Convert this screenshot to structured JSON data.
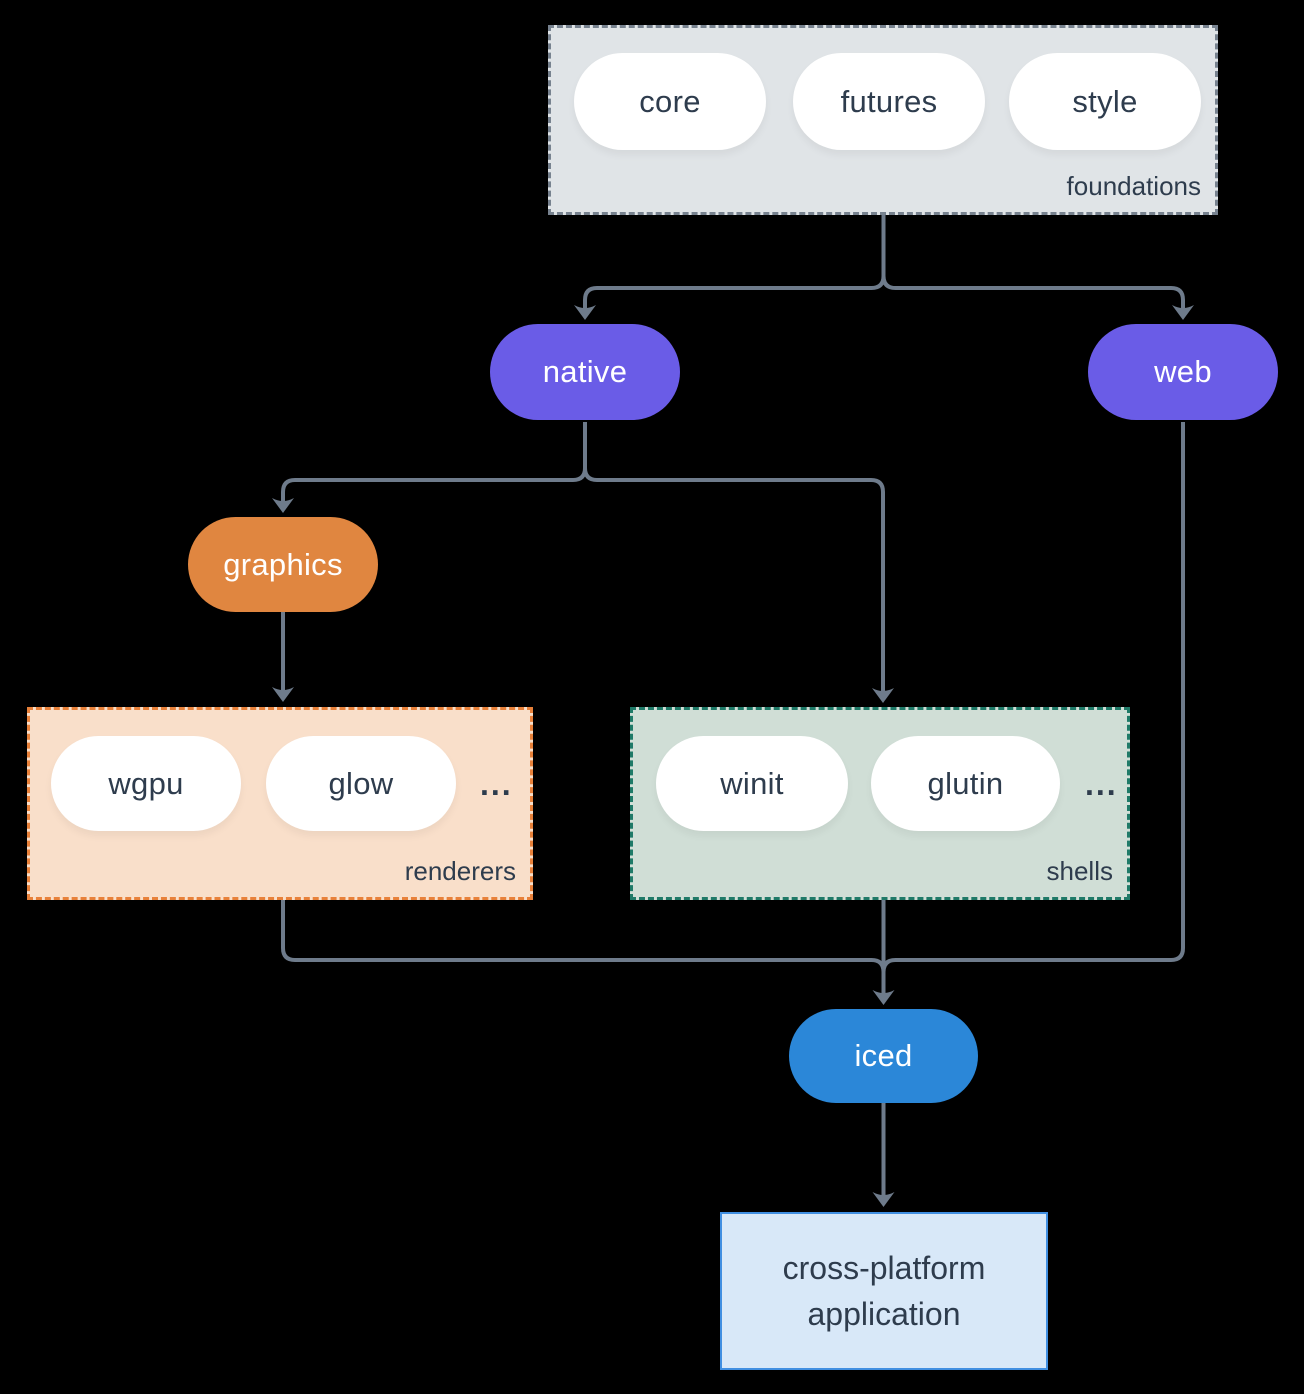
{
  "colors": {
    "background": "#000000",
    "arrow": "#6e7b8b",
    "slate_text": "#2e3c4d",
    "foundations_fill": "#e0e4e7",
    "foundations_border": "#77828f",
    "purple": "#6a5ce7",
    "orange": "#e08640",
    "renderers_fill": "#f9dfca",
    "renderers_border": "#e8813a",
    "shells_fill": "#d0ded6",
    "shells_border": "#1f7a68",
    "blue": "#2b87d8",
    "app_fill": "#d8e8f8",
    "app_border": "#418fe1",
    "pill_text_light": "#ffffff"
  },
  "nodes": {
    "foundations": {
      "label": "foundations",
      "pills": [
        "core",
        "futures",
        "style"
      ]
    },
    "native": {
      "label": "native"
    },
    "web": {
      "label": "web"
    },
    "graphics": {
      "label": "graphics"
    },
    "renderers": {
      "label": "renderers",
      "pills": [
        "wgpu",
        "glow"
      ],
      "ellipsis": "..."
    },
    "shells": {
      "label": "shells",
      "pills": [
        "winit",
        "glutin"
      ],
      "ellipsis": "..."
    },
    "iced": {
      "label": "iced"
    },
    "application": {
      "line1": "cross-platform",
      "line2": "application"
    }
  }
}
